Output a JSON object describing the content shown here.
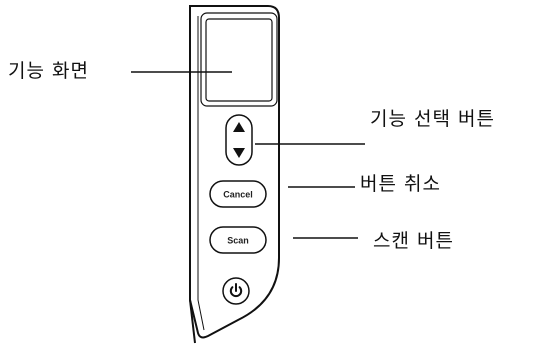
{
  "labels": {
    "display": "기능 화면",
    "function_select": "기능 선택 버튼",
    "cancel": "버튼 취소",
    "scan": "스캔 버튼"
  },
  "device": {
    "cancel_button": "Cancel",
    "scan_button": "Scan",
    "up_icon": "triangle-up-icon",
    "down_icon": "triangle-down-icon",
    "power_icon": "power-icon"
  }
}
